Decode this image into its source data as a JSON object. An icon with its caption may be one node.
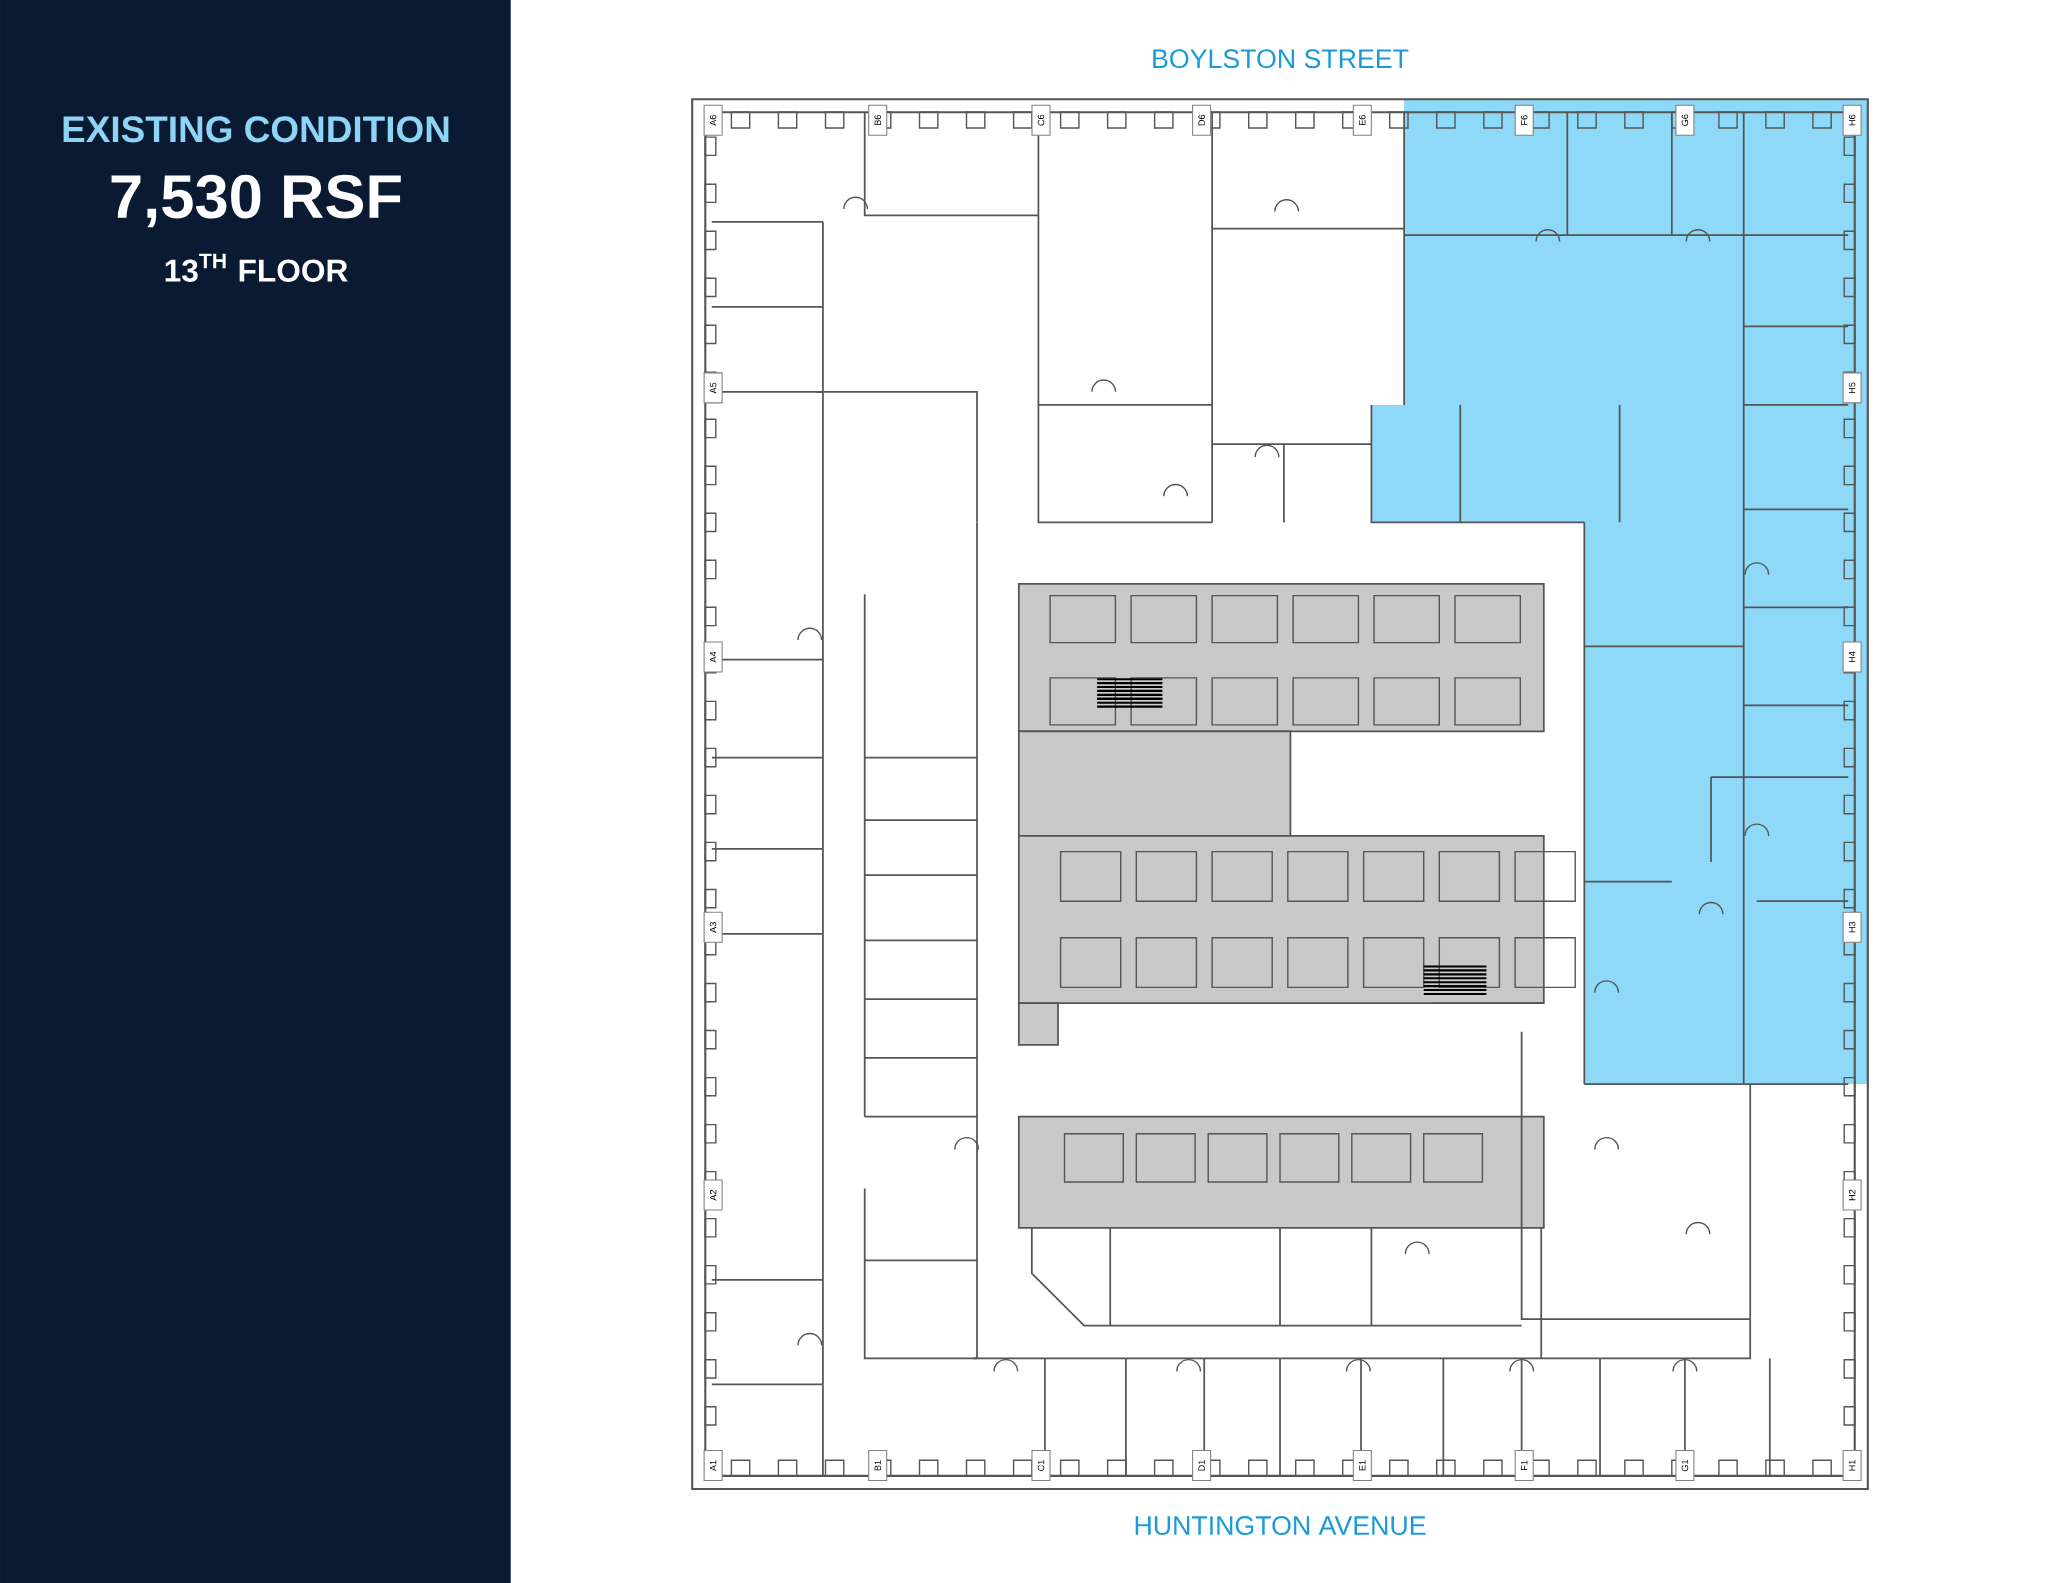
{
  "diagram": {
    "title": "EXISTING CONDITION",
    "labels": [
      "7,530 RSF",
      "13$^{TH}$ FLOOR",
      "BOYLSTON STREET",
      "A6",
      "B6",
      "C6",
      "D6",
      "E6",
      "F6",
      "G6",
      "H6",
      "A5",
      "H5",
      "A4",
      "H4",
      "A3",
      "H3",
      "A2",
      "H2",
      "A1",
      "B1",
      "C1",
      "D1",
      "E1",
      "F1",
      "G1",
      "H1",
      "HUNTINGTON AVENUE"
    ]
  }
}
